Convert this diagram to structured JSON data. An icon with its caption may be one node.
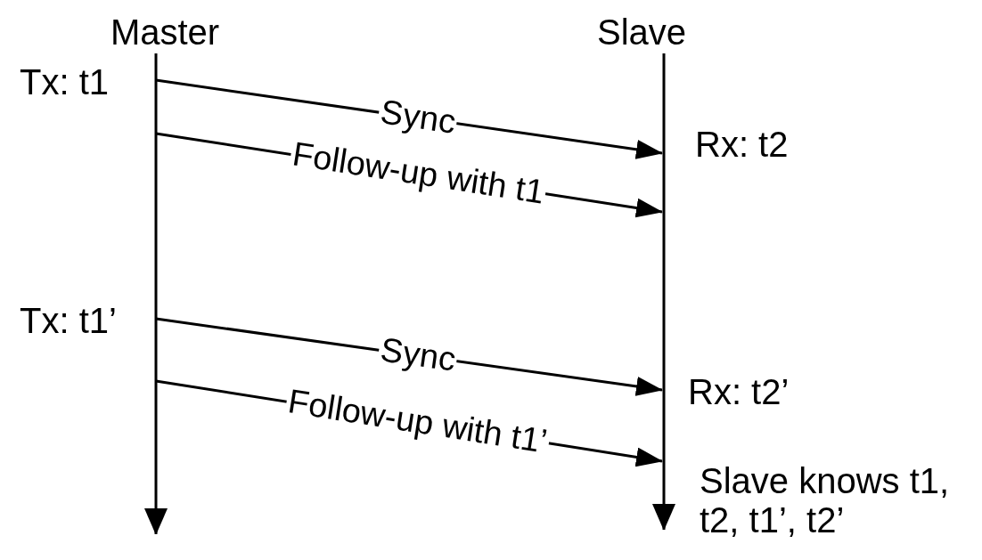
{
  "diagram": {
    "nodes": [
      {
        "text": [
          "Master"
        ]
      },
      {
        "text": [
          "Slave"
        ]
      }
    ],
    "edges": [
      {
        "from": 0,
        "to": 1,
        "arrow": "to",
        "label": "Sync"
      },
      {
        "from": 0,
        "to": 1,
        "arrow": "to",
        "label": "Follow-up with t1"
      },
      {
        "from": 0,
        "to": 1,
        "arrow": "to",
        "label": "Sync"
      },
      {
        "from": 0,
        "to": 1,
        "arrow": "to",
        "label": "Follow-up with t1’"
      }
    ],
    "labels": [
      "Tx: t1",
      "Rx: t2",
      "Tx: t1’",
      "Rx: t2’",
      "Slave knows t1, t2, t1’, t2’"
    ]
  }
}
